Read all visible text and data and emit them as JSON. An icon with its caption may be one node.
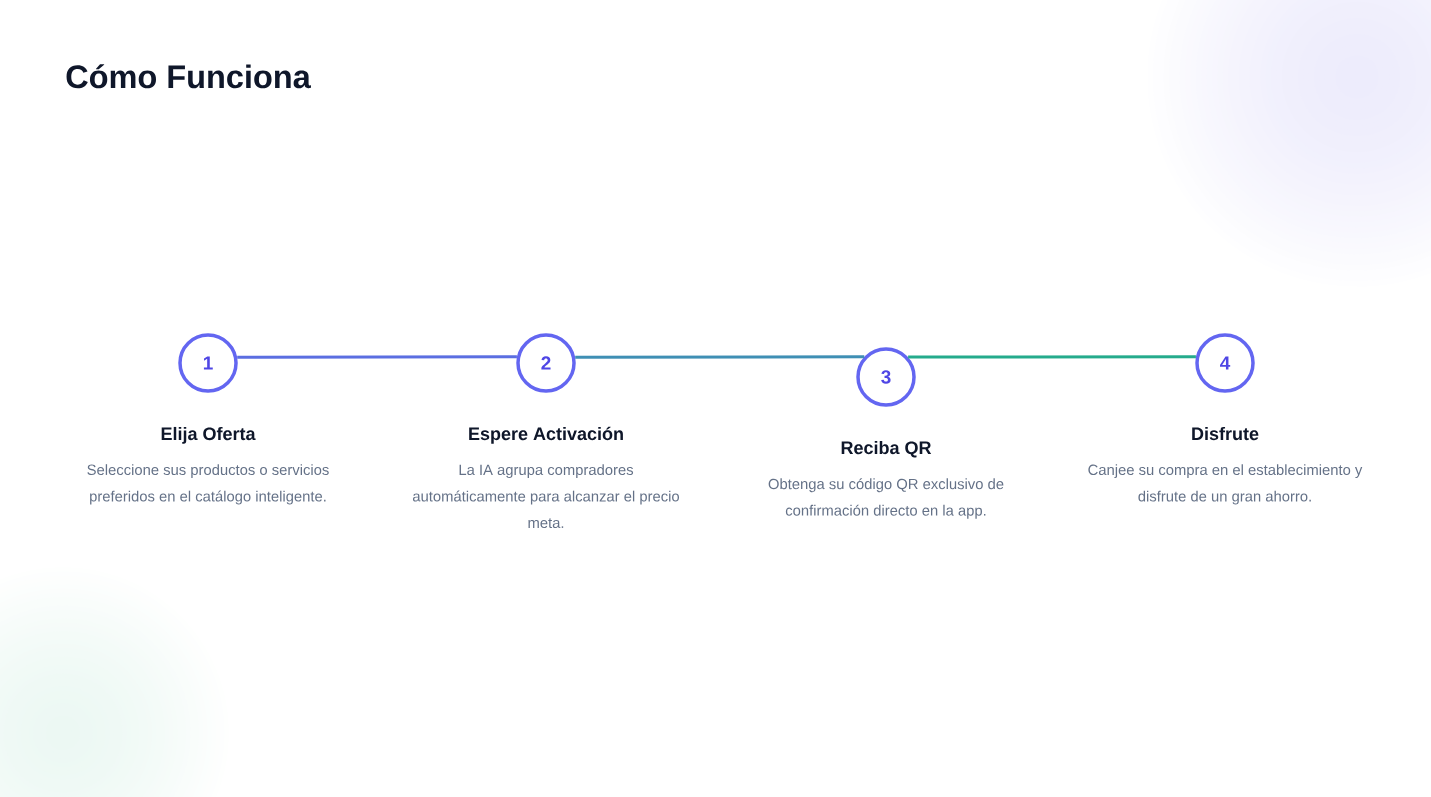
{
  "diagram": {
    "title": "Cómo Funciona",
    "nodes": [
      {
        "text": [
          "1",
          "Elija Oferta",
          "Seleccione sus productos o servicios preferidos en el catálogo inteligente."
        ]
      },
      {
        "text": [
          "2",
          "Espere Activación",
          "La IA agrupa compradores automáticamente para alcanzar el precio meta."
        ]
      },
      {
        "text": [
          "3",
          "Reciba QR",
          "Obtenga su código QR exclusivo de confirmación directo en la app."
        ]
      },
      {
        "text": [
          "4",
          "Disfrute",
          "Canjee su compra en el establecimiento y disfrute de un gran ahorro."
        ]
      }
    ],
    "edges": [
      {
        "from": 0,
        "to": 1,
        "arrow": "none",
        "color": "#5b6ee1"
      },
      {
        "from": 1,
        "to": 2,
        "arrow": "none",
        "color": "#3f8fb4"
      },
      {
        "from": 2,
        "to": 3,
        "arrow": "none",
        "color": "#25ab8c"
      }
    ]
  }
}
